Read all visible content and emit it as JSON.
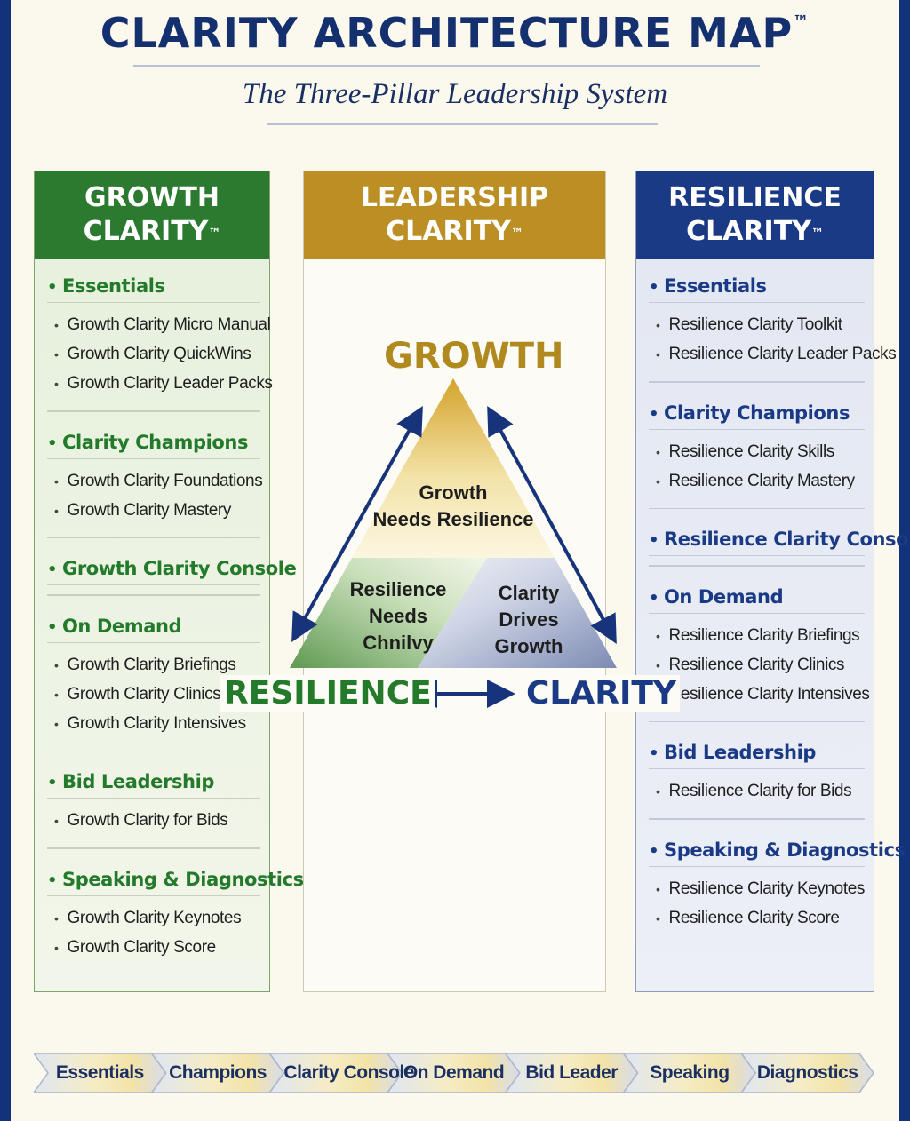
{
  "header": {
    "title": "CLARITY ARCHITECTURE MAP",
    "title_mark": "™",
    "subtitle": "The Three-Pillar Leadership System"
  },
  "columns": {
    "growth": {
      "heading_line1": "GROWTH",
      "heading_line2": "CLARITY",
      "mark": "™",
      "color": "#2b7a2f",
      "sections": [
        {
          "title": "Essentials",
          "items": [
            "Growth Clarity Micro Manual",
            "Growth Clarity QuickWins",
            "Growth Clarity Leader Packs"
          ]
        },
        {
          "title": "Clarity Champions",
          "items": [
            "Growth Clarity Foundations",
            "Growth Clarity Mastery"
          ]
        },
        {
          "title": "Growth Clarity Console",
          "items": []
        },
        {
          "title": "On Demand",
          "items": [
            "Growth Clarity Briefings",
            "Growth Clarity Clinics",
            "Growth Clarity Intensives"
          ]
        },
        {
          "title": "Bid Leadership",
          "items": [
            "Growth Clarity for Bids"
          ]
        },
        {
          "title": "Speaking & Diagnostics",
          "items": [
            "Growth Clarity Keynotes",
            "Growth Clarity Score"
          ]
        }
      ]
    },
    "leadership": {
      "heading_line1": "LEADERSHIP",
      "heading_line2": "CLARITY",
      "mark": "™",
      "color": "#bb8f24"
    },
    "resilience": {
      "heading_line1": "RESILIENCE",
      "heading_line2": "CLARITY",
      "mark": "™",
      "color": "#1a3a86",
      "sections": [
        {
          "title": "Essentials",
          "items": [
            "Resilience Clarity Toolkit",
            "Resilience Clarity Leader Packs"
          ]
        },
        {
          "title": "Clarity Champions",
          "items": [
            "Resilience Clarity Skills",
            "Resilience Clarity Mastery"
          ]
        },
        {
          "title": "Resilience Clarity Console",
          "items": []
        },
        {
          "title": "On Demand",
          "items": [
            "Resilience Clarity Briefings",
            "Resilience Clarity Clinics",
            "Resilience Clarity Intensives"
          ]
        },
        {
          "title": "Bid Leadership",
          "items": [
            "Resilience Clarity for Bids"
          ]
        },
        {
          "title": "Speaking & Diagnostics",
          "items": [
            "Resilience Clarity Keynotes",
            "Resilience Clarity Score"
          ]
        }
      ]
    }
  },
  "diagram": {
    "vertex_top": "GROWTH",
    "vertex_left": "RESILIENCE",
    "vertex_right": "CLARITY",
    "inner_top": [
      "Growth",
      "Needs Resilience"
    ],
    "inner_left": [
      "Resilience",
      "Needs",
      "Chnilvy"
    ],
    "inner_right": [
      "Clarity",
      "Drives",
      "Growth"
    ]
  },
  "nav": {
    "steps": [
      "Essentials",
      "Champions",
      "Clarity Console",
      "On Demand",
      "Bid Leader",
      "Speaking",
      "Diagnostics"
    ]
  }
}
